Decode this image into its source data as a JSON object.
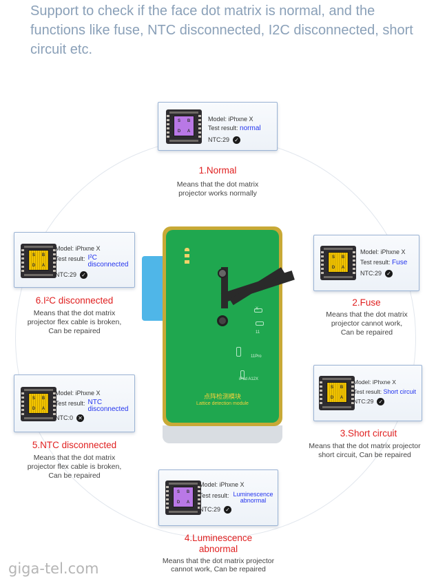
{
  "header": {
    "text": "Support to check if the face dot matrix is normal, and the functions like fuse, NTC disconnected, I2C disconnected, short circuit etc."
  },
  "labels": {
    "model": "Model:",
    "test_result": "Test result:",
    "ntc": "NTC:"
  },
  "cards": [
    {
      "model": "iPhxne X",
      "result": "normal",
      "ntc": "29",
      "status_icon": "check-icon",
      "chip": "purple",
      "title": "1.Normal",
      "desc_lines": [
        "Means that the dot matrix",
        "projector works normally"
      ]
    },
    {
      "model": "iPhxne X",
      "result": "Fuse",
      "ntc": "29",
      "status_icon": "check-icon",
      "chip": "yellow",
      "title": "2.Fuse",
      "desc_lines": [
        "Means that the dot matrix",
        "projector cannot work,",
        "Can be repaired"
      ]
    },
    {
      "model": "iPhxne X",
      "result": "Short circuit",
      "ntc": "29",
      "status_icon": "check-icon",
      "chip": "yellow",
      "title": "3.Short circuit",
      "desc_lines": [
        "Means that the dot matrix projector",
        "short circuit, Can be repaired"
      ]
    },
    {
      "model": "iPhxne X",
      "result_lines": [
        "Luminescence",
        "abnormal"
      ],
      "ntc": "29",
      "status_icon": "check-icon",
      "chip": "purple",
      "title_lines": [
        "4.Luminescence",
        "abnormal"
      ],
      "desc_lines": [
        "Means that the dot matrix projector",
        "cannot work, Can be repaired"
      ]
    },
    {
      "model": "iPhxne X",
      "result_lines": [
        "NTC",
        "disconnected"
      ],
      "ntc": "0",
      "status_icon": "cross-icon",
      "chip": "yellow",
      "title": "5.NTC disconnected",
      "desc_lines": [
        "Means that the dot matrix",
        "projector flex cable is broken,",
        "Can be repaired"
      ]
    },
    {
      "model": "iPhxne X",
      "result_lines": [
        "I²C",
        "disconnected"
      ],
      "ntc": "29",
      "status_icon": "check-icon",
      "chip": "yellow",
      "title": "6.I²C disconnected",
      "desc_lines": [
        "Means that the dot matrix",
        "projector flex cable is broken,",
        "Can be repaired"
      ]
    }
  ],
  "chip_letters": [
    "S",
    "B",
    "D",
    "A"
  ],
  "board": {
    "slots": [
      "X",
      "11",
      "11Pro",
      "iPad A12X"
    ],
    "title_cn": "点阵检测模块",
    "title_en": "Lattice detection module"
  },
  "watermark": "giga-tel.com",
  "colors": {
    "accent_red": "#e02020",
    "result_blue": "#2233ee",
    "header_gray_blue": "#8aa0b8"
  }
}
